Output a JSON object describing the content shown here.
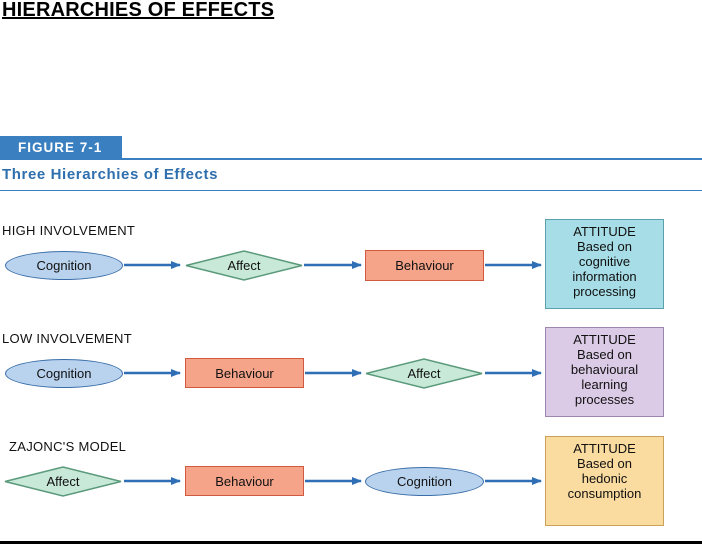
{
  "page_title": "HIERARCHIES OF EFFECTS",
  "figure": {
    "label": "FIGURE 7-1",
    "title": "Three Hierarchies of Effects"
  },
  "colors": {
    "figure_blue": "#3a7fbf",
    "ellipse_fill": "#b9d3ef",
    "diamond_fill": "#c8e8d8",
    "behaviour_fill": "#f5a48a",
    "attitude_cyan": "#a7dde6",
    "attitude_purple": "#dccbe6",
    "attitude_yellow": "#fbdca0",
    "arrow": "#2f6fb5"
  },
  "rows": [
    {
      "label": "HIGH INVOLVEMENT",
      "steps": [
        "Cognition",
        "Affect",
        "Behaviour"
      ],
      "attitude": {
        "heading": "ATTITUDE",
        "lines": [
          "Based on",
          "cognitive",
          "information",
          "processing"
        ]
      }
    },
    {
      "label": "LOW INVOLVEMENT",
      "steps": [
        "Cognition",
        "Behaviour",
        "Affect"
      ],
      "attitude": {
        "heading": "ATTITUDE",
        "lines": [
          "Based on",
          "behavioural",
          "learning",
          "processes"
        ]
      }
    },
    {
      "label": "ZAJONC'S MODEL",
      "steps": [
        "Affect",
        "Behaviour",
        "Cognition"
      ],
      "attitude": {
        "heading": "ATTITUDE",
        "lines": [
          "Based on",
          "hedonic",
          "consumption"
        ]
      }
    }
  ]
}
